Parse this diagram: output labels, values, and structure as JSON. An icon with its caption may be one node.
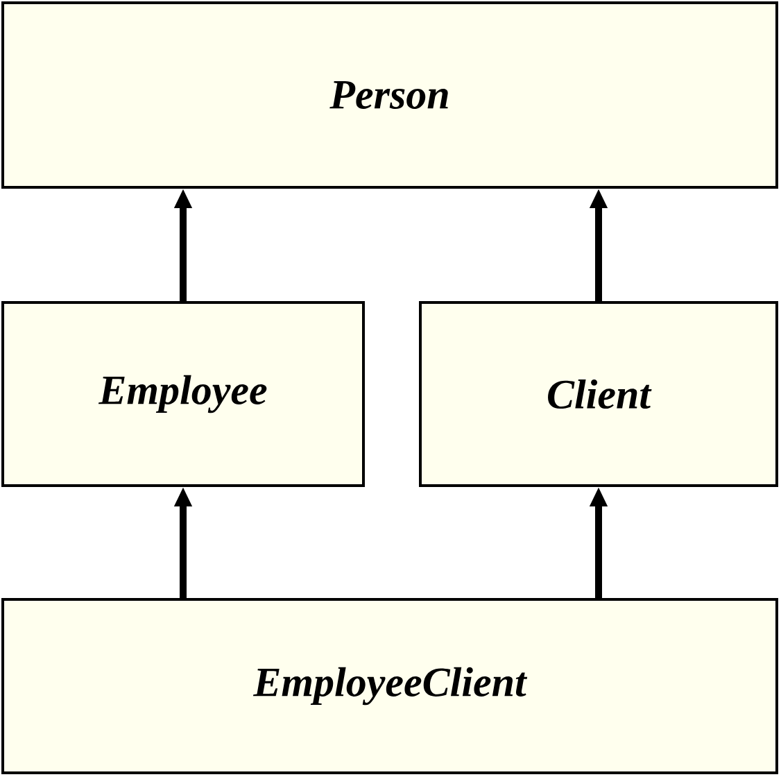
{
  "diagram": {
    "nodes": [
      {
        "text": [
          "Person"
        ]
      },
      {
        "text": [
          "Employee"
        ]
      },
      {
        "text": [
          "Client"
        ]
      },
      {
        "text": [
          "EmployeeClient"
        ]
      }
    ],
    "edges": [
      {
        "from": 1,
        "to": 0,
        "arrow": "to"
      },
      {
        "from": 2,
        "to": 0,
        "arrow": "to"
      },
      {
        "from": 3,
        "to": 1,
        "arrow": "to"
      },
      {
        "from": 3,
        "to": 2,
        "arrow": "to"
      }
    ]
  }
}
